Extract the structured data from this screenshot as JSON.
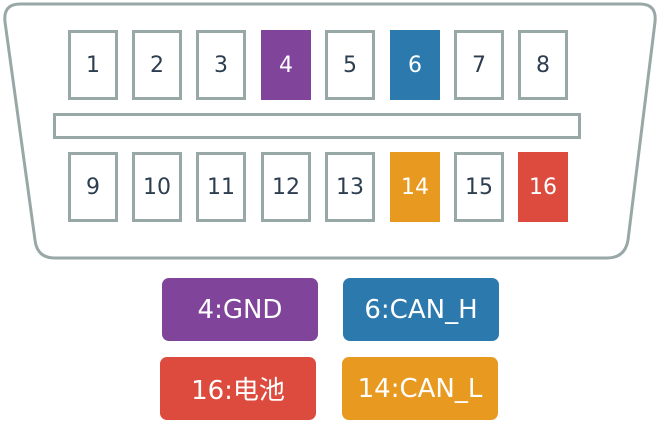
{
  "colors": {
    "outline": "#98a8a6",
    "text": "#2c3e50",
    "gnd": "#80449a",
    "can_h": "#2c79ad",
    "battery": "#dd4b3e",
    "can_l": "#e8991f"
  },
  "pins_top": [
    "1",
    "2",
    "3",
    "4",
    "5",
    "6",
    "7",
    "8"
  ],
  "pins_bottom": [
    "9",
    "10",
    "11",
    "12",
    "13",
    "14",
    "15",
    "16"
  ],
  "highlighted": {
    "4": "#80449a",
    "6": "#2c79ad",
    "14": "#e8991f",
    "16": "#dd4b3e"
  },
  "legend": [
    {
      "label": "4:GND",
      "color": "#80449a"
    },
    {
      "label": "6:CAN_H",
      "color": "#2c79ad"
    },
    {
      "label": "16:电池",
      "color": "#dd4b3e"
    },
    {
      "label": "14:CAN_L",
      "color": "#e8991f"
    }
  ]
}
